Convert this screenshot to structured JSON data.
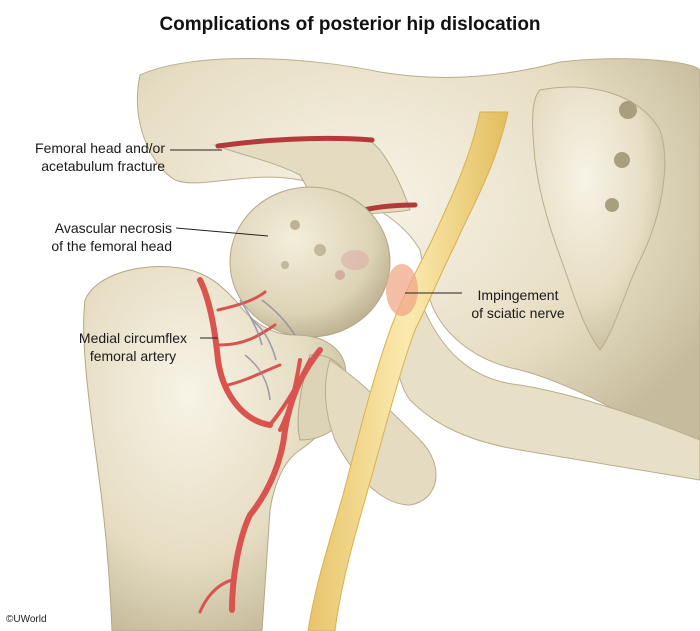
{
  "title": "Complications of posterior hip dislocation",
  "labels": {
    "fracture": [
      "Femoral head and/or",
      "acetabulum fracture"
    ],
    "necrosis": [
      "Avascular necrosis",
      "of the femoral head"
    ],
    "artery": [
      "Medial circumflex",
      "femoral artery"
    ],
    "nerve": [
      "Impingement",
      "of sciatic nerve"
    ]
  },
  "copyright": "©UWorld",
  "colors": {
    "bone": "#efe9d6",
    "bone_shadow": "#c9c0a3",
    "artery": "#d9534f",
    "nerve": "#f1d58a",
    "fracture": "#b33a3a"
  }
}
